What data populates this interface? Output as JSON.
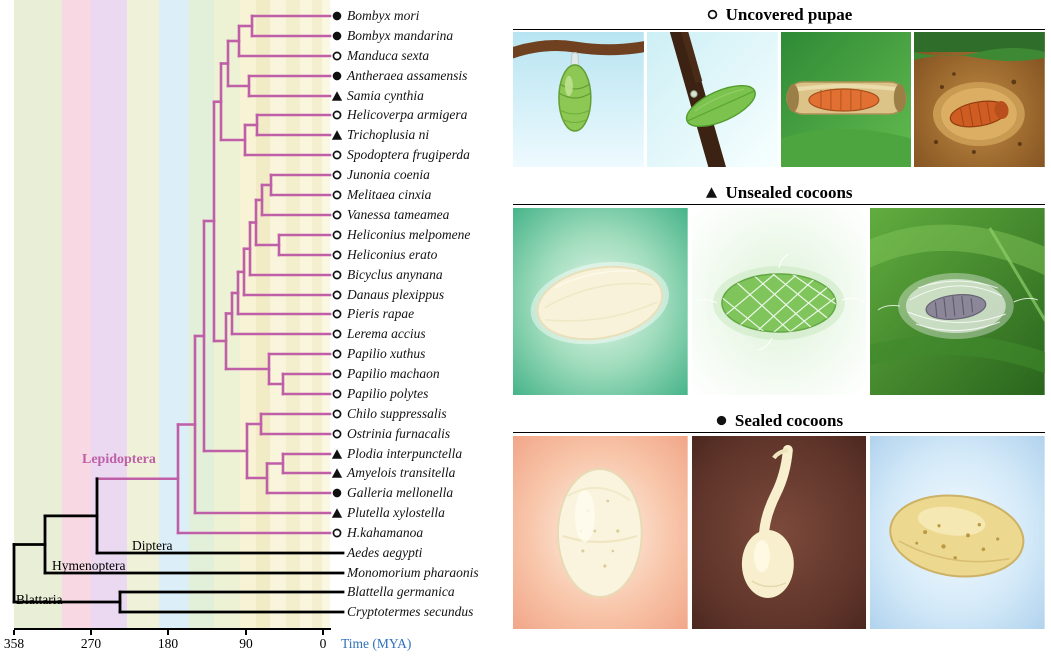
{
  "figure": {
    "panels": {
      "tree": {
        "clade_labels": [
          {
            "id": "lepidoptera",
            "label": "Lepidoptera"
          },
          {
            "id": "diptera",
            "label": "Diptera"
          },
          {
            "id": "hymenoptera",
            "label": "Hymenoptera"
          },
          {
            "id": "blattaria",
            "label": "Blattaria"
          }
        ],
        "species": [
          {
            "name": "Bombyx mori",
            "marker": "filled-circle"
          },
          {
            "name": "Bombyx mandarina",
            "marker": "filled-circle"
          },
          {
            "name": "Manduca sexta",
            "marker": "open-circle"
          },
          {
            "name": "Antheraea assamensis",
            "marker": "filled-circle"
          },
          {
            "name": "Samia cynthia",
            "marker": "filled-triangle"
          },
          {
            "name": "Helicoverpa armigera",
            "marker": "open-circle"
          },
          {
            "name": "Trichoplusia ni",
            "marker": "filled-triangle"
          },
          {
            "name": "Spodoptera frugiperda",
            "marker": "open-circle"
          },
          {
            "name": "Junonia coenia",
            "marker": "open-circle"
          },
          {
            "name": "Melitaea cinxia",
            "marker": "open-circle"
          },
          {
            "name": "Vanessa tameamea",
            "marker": "open-circle"
          },
          {
            "name": "Heliconius melpomene",
            "marker": "open-circle"
          },
          {
            "name": "Heliconius erato",
            "marker": "open-circle"
          },
          {
            "name": "Bicyclus anynana",
            "marker": "open-circle"
          },
          {
            "name": "Danaus plexippus",
            "marker": "open-circle"
          },
          {
            "name": "Pieris rapae",
            "marker": "open-circle"
          },
          {
            "name": "Lerema accius",
            "marker": "open-circle"
          },
          {
            "name": "Papilio xuthus",
            "marker": "open-circle"
          },
          {
            "name": "Papilio machaon",
            "marker": "open-circle"
          },
          {
            "name": "Papilio polytes",
            "marker": "open-circle"
          },
          {
            "name": "Chilo suppressalis",
            "marker": "open-circle"
          },
          {
            "name": "Ostrinia furnacalis",
            "marker": "open-circle"
          },
          {
            "name": "Plodia interpunctella",
            "marker": "filled-triangle"
          },
          {
            "name": "Amyelois transitella",
            "marker": "filled-triangle"
          },
          {
            "name": "Galleria mellonella",
            "marker": "filled-circle"
          },
          {
            "name": "Plutella xylostella",
            "marker": "filled-triangle"
          },
          {
            "name": "H.kahamanoa",
            "marker": "open-circle"
          },
          {
            "name": "Aedes aegypti",
            "marker": "none"
          },
          {
            "name": "Monomorium pharaonis",
            "marker": "none"
          },
          {
            "name": "Blattella germanica",
            "marker": "none"
          },
          {
            "name": "Cryptotermes secundus",
            "marker": "none"
          }
        ],
        "axis": {
          "tick_labels": [
            "358",
            "270",
            "180",
            "90",
            "0"
          ],
          "label": "Time (MYA)"
        }
      },
      "legend": [
        {
          "marker": "open-circle",
          "title": "Uncovered pupae"
        },
        {
          "marker": "filled-triangle",
          "title": "Unsealed cocoons"
        },
        {
          "marker": "filled-circle",
          "title": "Sealed cocoons"
        }
      ]
    },
    "colors": {
      "lepidoptera_branch": "#bf5fa7",
      "outgroup_branch": "#000000",
      "time_label": "#2e6fbe",
      "marker": "#111111"
    }
  }
}
